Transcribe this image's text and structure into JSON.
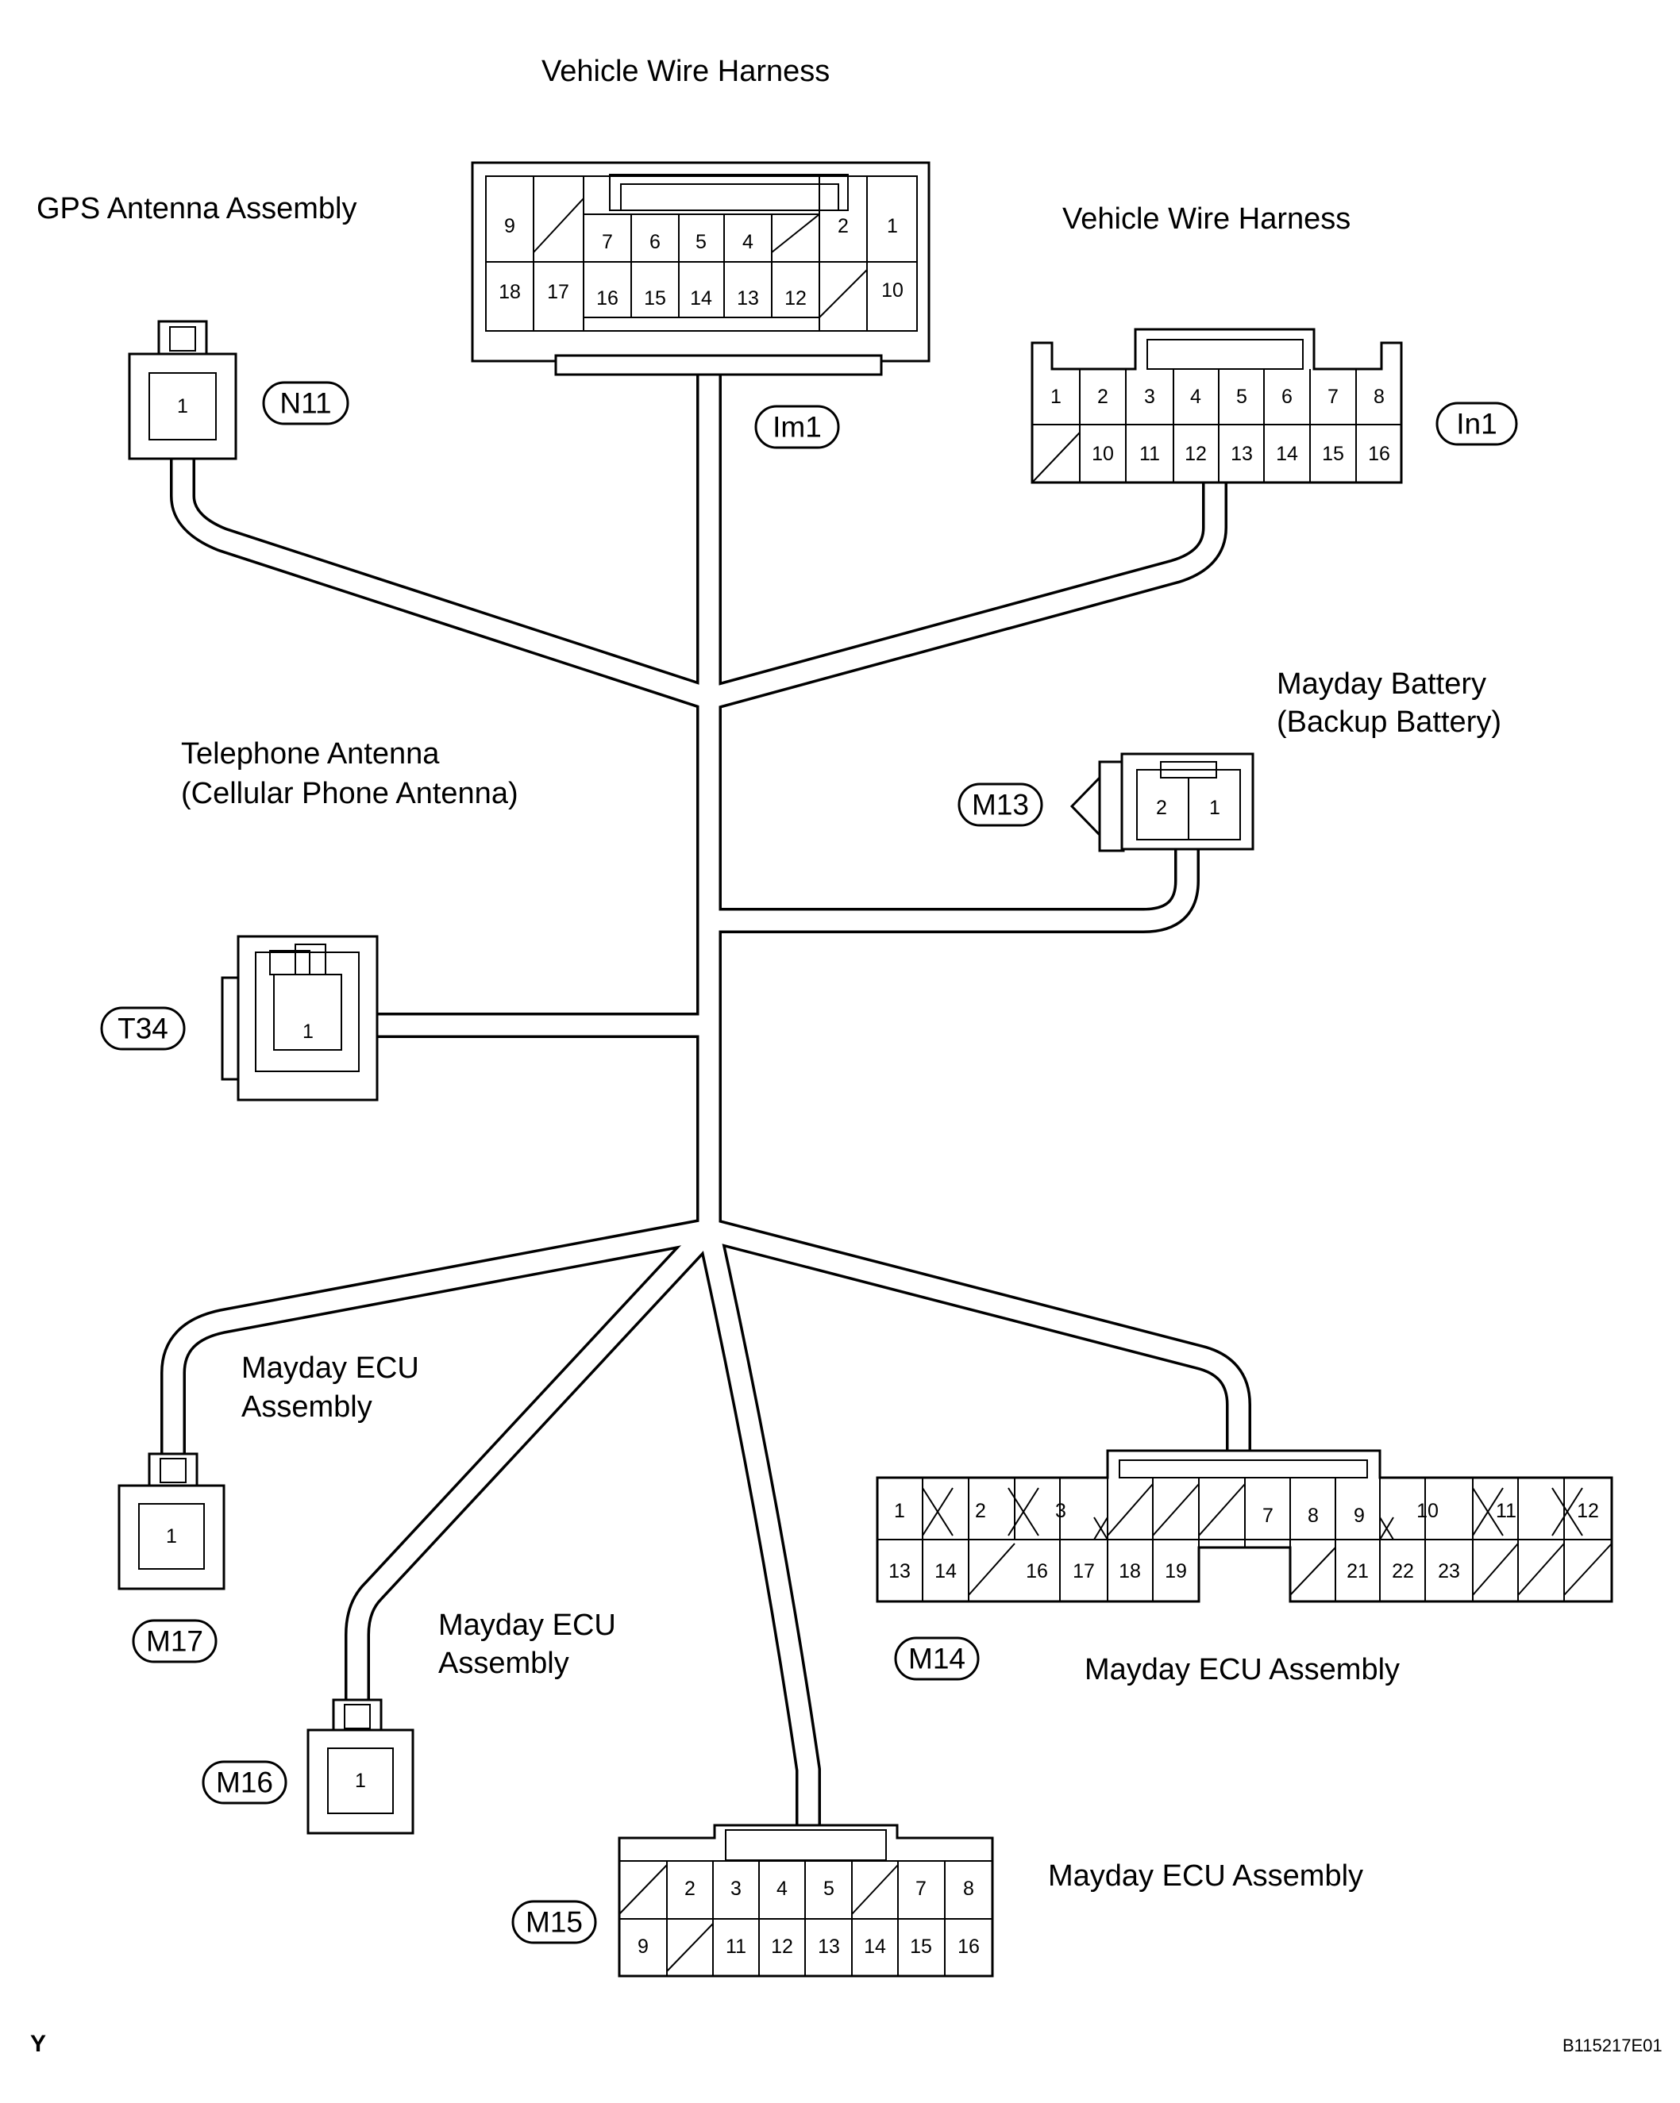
{
  "labels": {
    "vwh_top": "Vehicle Wire Harness",
    "vwh_right": "Vehicle Wire Harness",
    "gps": "GPS Antenna Assembly",
    "battery_1": "Mayday Battery",
    "battery_2": "(Backup Battery)",
    "phone_1": "Telephone Antenna",
    "phone_2": "(Cellular Phone Antenna)",
    "ecu_m17_1": "Mayday ECU",
    "ecu_m17_2": "Assembly",
    "ecu_m16_1": "Mayday ECU",
    "ecu_m16_2": "Assembly",
    "ecu_m14": "Mayday ECU Assembly",
    "ecu_m15": "Mayday ECU Assembly"
  },
  "codes": {
    "n11": "N11",
    "im1": "Im1",
    "in1": "In1",
    "m13": "M13",
    "t34": "T34",
    "m17": "M17",
    "m16": "M16",
    "m14": "M14",
    "m15": "M15"
  },
  "pins": {
    "n11": [
      "1"
    ],
    "t34": [
      "1"
    ],
    "m17": [
      "1"
    ],
    "m16": [
      "1"
    ],
    "m13": [
      "2",
      "1"
    ],
    "im1_top": [
      "9",
      "7",
      "6",
      "5",
      "4",
      "2",
      "1"
    ],
    "im1_bottom": [
      "18",
      "17",
      "16",
      "15",
      "14",
      "13",
      "12",
      "10"
    ],
    "in1_top": [
      "1",
      "2",
      "3",
      "4",
      "5",
      "6",
      "7",
      "8"
    ],
    "in1_bottom": [
      "10",
      "11",
      "12",
      "13",
      "14",
      "15",
      "16"
    ],
    "m14_top": [
      "1",
      "2",
      "3",
      "7",
      "8",
      "9",
      "10",
      "11",
      "12"
    ],
    "m14_bottom": [
      "13",
      "14",
      "16",
      "17",
      "18",
      "19",
      "21",
      "22",
      "23"
    ],
    "m15_top": [
      "2",
      "3",
      "4",
      "5",
      "7",
      "8"
    ],
    "m15_bottom": [
      "9",
      "11",
      "12",
      "13",
      "14",
      "15",
      "16"
    ]
  },
  "footer": {
    "left": "Y",
    "right": "B115217E01"
  }
}
